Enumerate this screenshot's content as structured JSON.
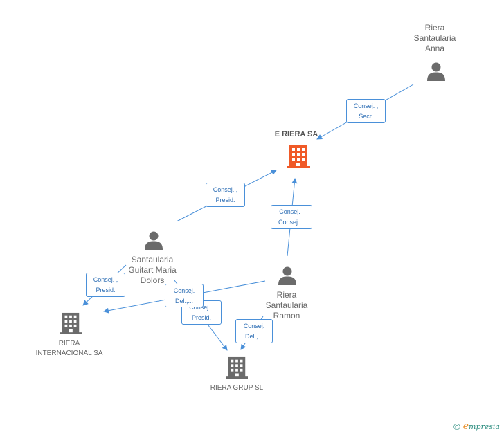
{
  "colors": {
    "edge": "#4a90d9",
    "person": "#6b6b6b",
    "company": "#6b6b6b",
    "main_company": "#f05a28"
  },
  "nodes": {
    "anna": {
      "label": "Riera\nSantaularia\nAnna",
      "icon": "person-icon"
    },
    "eriera": {
      "label": "E RIERA SA",
      "icon": "building-icon"
    },
    "maria": {
      "label": "Santaularia\nGuitart Maria\nDolors",
      "icon": "person-icon"
    },
    "ramon": {
      "label": "Riera\nSantaularia\nRamon",
      "icon": "person-icon"
    },
    "internacional": {
      "label": "RIERA\nINTERNACIONAL SA",
      "icon": "building-icon"
    },
    "grup": {
      "label": "RIERA GRUP SL",
      "icon": "building-icon"
    }
  },
  "edges": [
    {
      "id": "anna-eriera",
      "label": "Consej. ,\nSecr."
    },
    {
      "id": "maria-eriera",
      "label": "Consej. ,\nPresid."
    },
    {
      "id": "ramon-eriera",
      "label": "Consej. ,\nConsej...."
    },
    {
      "id": "maria-internacional",
      "label": "Consej. ,\nPresid."
    },
    {
      "id": "ramon-internacional",
      "label": "Consej.\nDel.,..."
    },
    {
      "id": "maria-grup",
      "label": "Consej. ,\nPresid."
    },
    {
      "id": "ramon-grup",
      "label": "Consej.\nDel.,..."
    }
  ],
  "footer": {
    "copyright": "©",
    "brand_first": "e",
    "brand_rest": "mpresia"
  }
}
